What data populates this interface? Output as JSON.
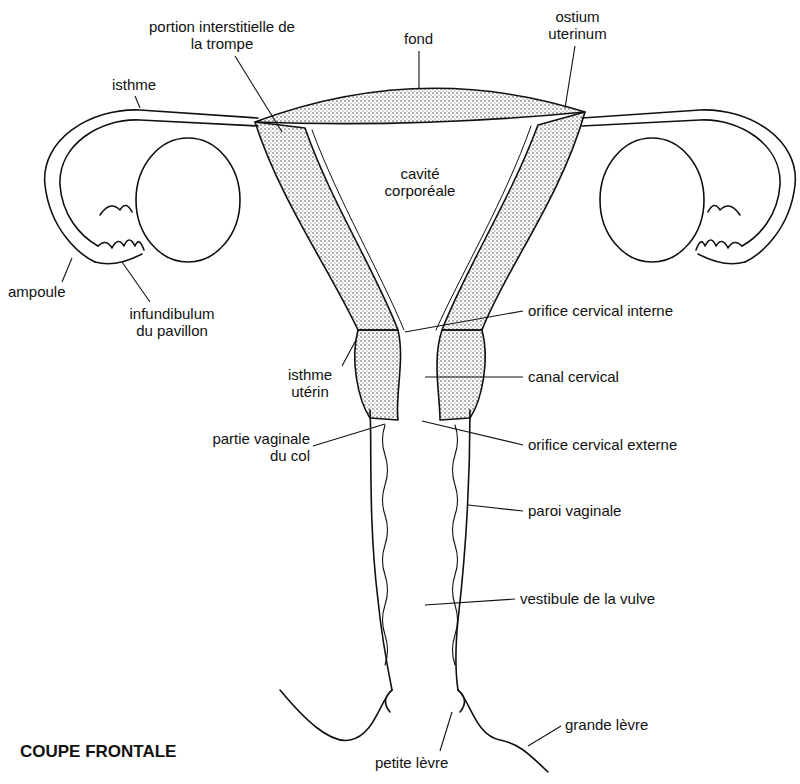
{
  "diagram": {
    "title": "COUPE FRONTALE",
    "labels": [
      "portion interstitielle de la trompe",
      "fond",
      "ostium uterinum",
      "isthme",
      "cavité corporéale",
      "ampoule",
      "infundibulum du pavillon",
      "orifice cervical interne",
      "isthme utérin",
      "canal cervical",
      "partie vaginale du col",
      "orifice cervical externe",
      "paroi vaginale",
      "vestibule de la vulve",
      "grande lèvre",
      "petite lèvre"
    ]
  }
}
